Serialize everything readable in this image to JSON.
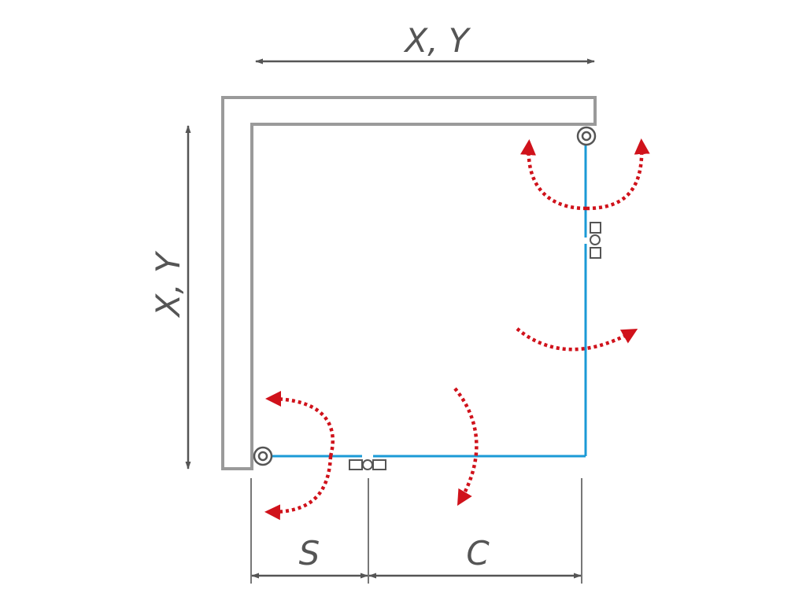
{
  "labels": {
    "top": "X, Y",
    "left": "X, Y",
    "bottom_left": "S",
    "bottom_right": "C"
  },
  "colors": {
    "wall": "#9a9a9a",
    "glass": "#1b9ad6",
    "arrow": "#d0121b",
    "dimension": "#555555",
    "hinge": "#555555"
  },
  "icons": [
    "hinge-icon",
    "handle-icon",
    "swing-arrow-icon",
    "dimension-arrow-icon"
  ]
}
